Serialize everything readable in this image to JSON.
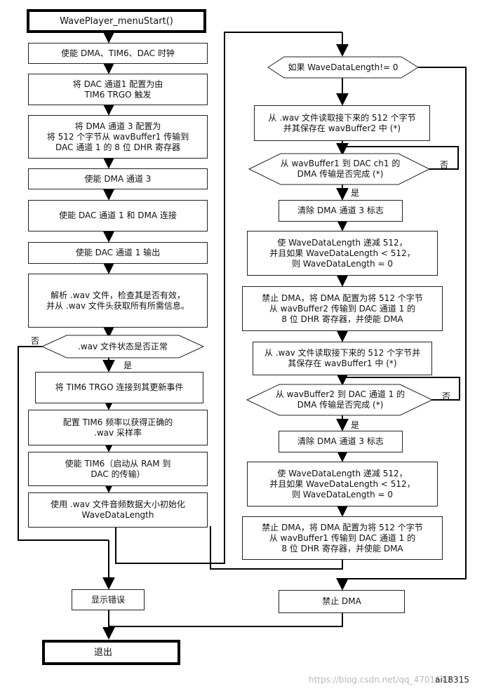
{
  "left": {
    "start": "WavePlayer_menuStart()",
    "step1": "使能 DMA、TIM6、DAC 时钟",
    "step2": [
      "将 DAC 通道1 配置为由",
      "TIM6 TRGO 触发"
    ],
    "step3": [
      "将 DMA 通道 3 配置为",
      "将 512 个字节从 wavBuffer1 传输到",
      "DAC 通道 1 的 8 位 DHR 寄存器"
    ],
    "step4": "使能 DMA 通道 3",
    "step5": "使能 DAC 通道 1 和 DMA 连接",
    "step6": "使能 DAC 通道 1 输出",
    "step7": [
      "解析 .wav 文件，检查其是否有效，",
      "并从 .wav 文件头获取所有所需信息。"
    ],
    "decision": ".wav 文件状态是否正常",
    "decision_no": "否",
    "decision_yes": "是",
    "step8": "将 TIM6 TRGO 连接到其更新事件",
    "step9": [
      "配置 TIM6 频率以获得正确的",
      ".wav 采样率"
    ],
    "step10": [
      "使能 TIM6（启动从 RAM 到",
      "DAC 的传输）"
    ],
    "step11": [
      "使用 .wav 文件音频数据大小初始化",
      "WaveDataLength"
    ],
    "error": "显示错误",
    "exit": "退出"
  },
  "right": {
    "loop_cond": "如果 WaveDataLength!= 0",
    "r1": [
      "从 .wav 文件读取接下来的 512 个字节",
      "并其保存在 wavBuffer2 中 (*)"
    ],
    "d1": [
      "从 wavBuffer1 到 DAC ch1 的",
      "DMA 传输是否完成 (*)"
    ],
    "d1_no": "否",
    "d1_yes": "是",
    "r2": "清除 DMA 通道 3 标志",
    "r3": [
      "使 WaveDataLength 递减 512，",
      "并且如果 WaveDataLength < 512，",
      "则 WaveDataLength = 0"
    ],
    "r4": [
      "禁止 DMA，将 DMA 配置为将 512 个字节",
      "从 wavBuffer2 传输到 DAC 通道 1 的",
      "8 位 DHR 寄存器，并使能 DMA"
    ],
    "r5": [
      "从 .wav 文件读取接下来的 512 个字节并",
      "其保存在 wavBuffer1 中 (*)"
    ],
    "d2": [
      "从 wavBuffer2 到 DAC 通道 1 的",
      "DMA 传输是否完成 (*)"
    ],
    "d2_no": "否",
    "d2_yes": "是",
    "r6": "清除 DMA 通道 3 标志",
    "r7": [
      "使 WaveDataLength 递减 512，",
      "并且如果 WaveDataLength < 512，",
      "则 WaveDataLength = 0"
    ],
    "r8": [
      "禁止 DMA，将 DMA 配置为将 512 个字节",
      "从 wavBuffer1 传输到 DAC 通道 1 的",
      "8 位 DHR 寄存器，并使能 DMA"
    ],
    "disable": "禁止 DMA"
  },
  "footer": {
    "code": "ai18315",
    "watermark": "https://blog.csdn.net/qq_4701643"
  }
}
